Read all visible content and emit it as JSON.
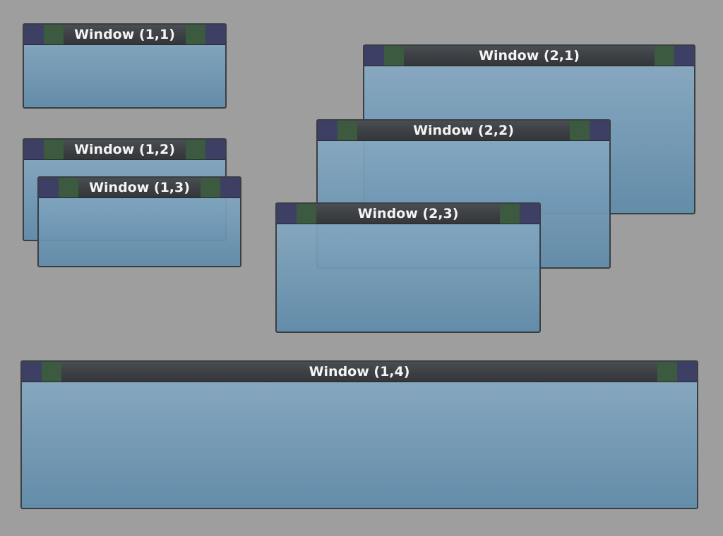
{
  "windows": [
    {
      "id": "1-1",
      "title": "Window (1,1)"
    },
    {
      "id": "1-2",
      "title": "Window (1,2)"
    },
    {
      "id": "1-3",
      "title": "Window (1,3)"
    },
    {
      "id": "2-1",
      "title": "Window (2,1)"
    },
    {
      "id": "2-2",
      "title": "Window (2,2)"
    },
    {
      "id": "2-3",
      "title": "Window (2,3)"
    },
    {
      "id": "1-4",
      "title": "Window (1,4)"
    }
  ],
  "colors": {
    "desktop": "#9e9e9e",
    "titlebar": "#3c3f43",
    "outer_corner_block": "#3d3f64",
    "inner_corner_block": "#3b5a3f",
    "window_body_top": "#8aacc5",
    "window_body_bottom": "#5e8baa"
  }
}
